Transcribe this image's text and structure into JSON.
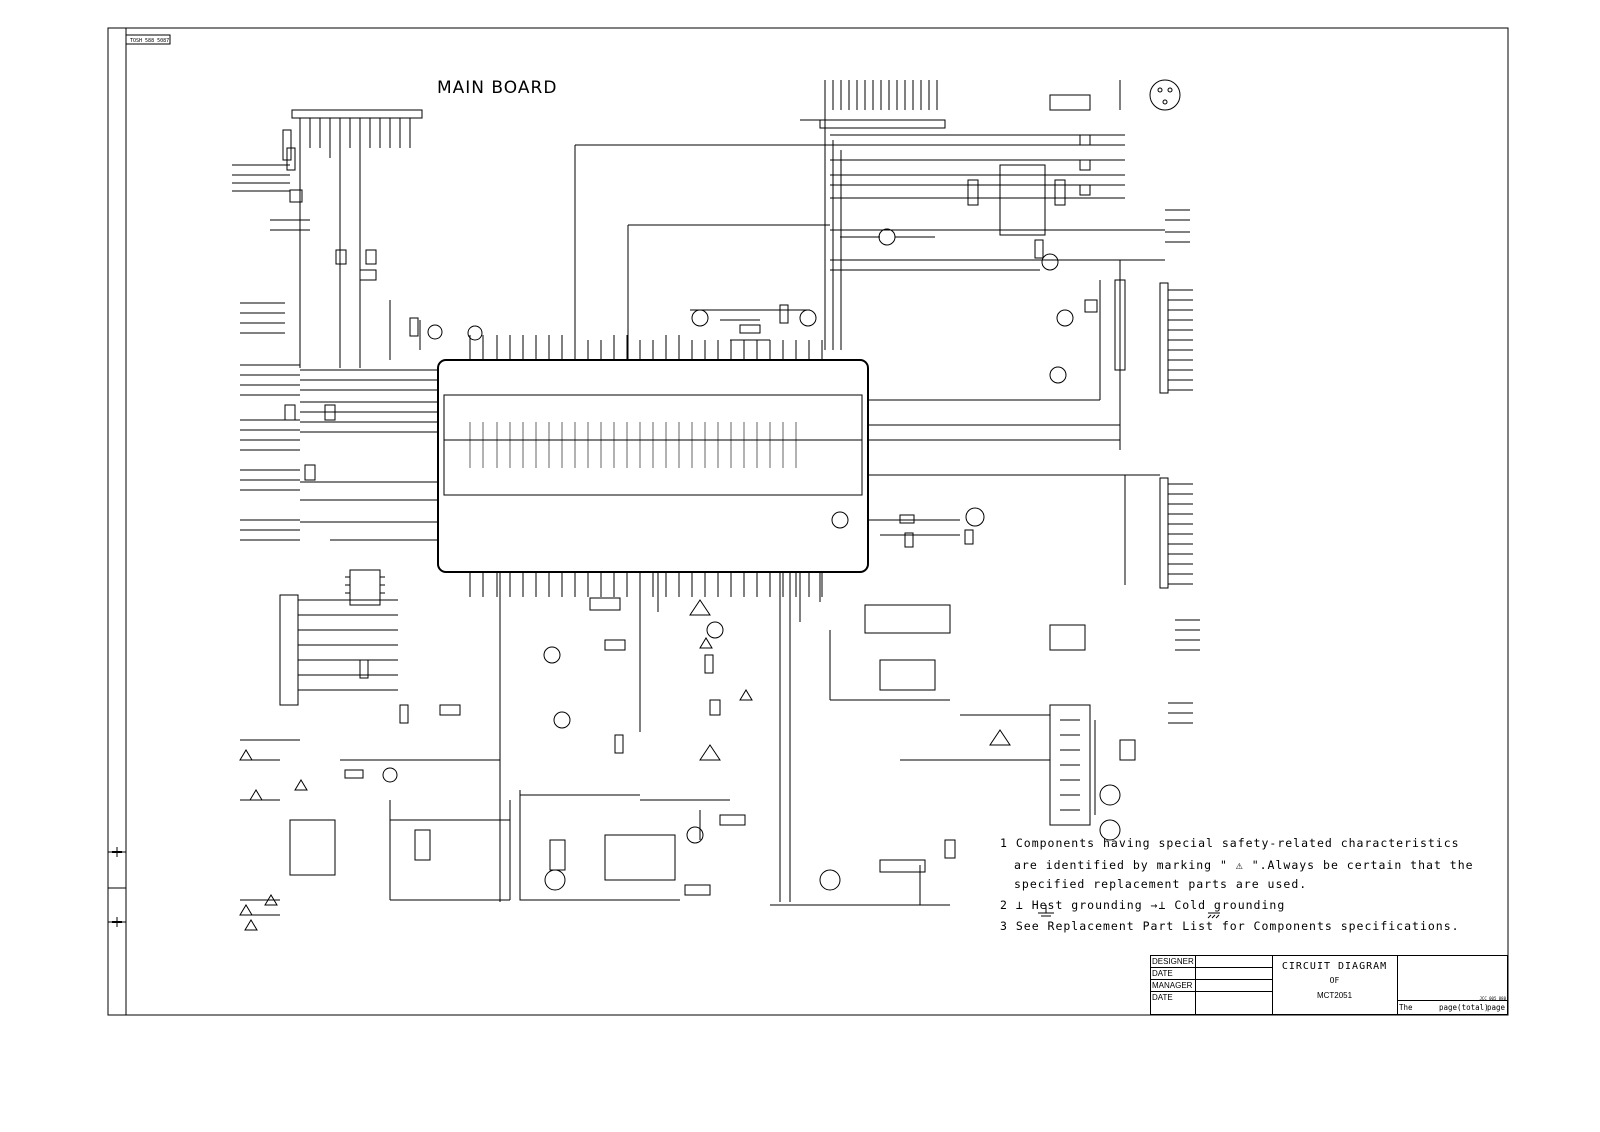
{
  "sheet": {
    "tag": "TOSH 588 5087",
    "title": "MAIN BOARD"
  },
  "notes": [
    "1 Components having special safety-related characteristics",
    "are identified by marking \" ⚠ \".Always be certain that the",
    "specified replacement parts are used.",
    "2 ⊥ Hest grounding      →⊥ Cold grounding",
    "3 See Replacement Part List for Components specifications."
  ],
  "title_block": {
    "labels": [
      "DESIGNER",
      "DATE",
      "MANAGER",
      "DATE"
    ],
    "title_line1": "CIRCUIT DIAGRAM",
    "title_line2": "OF",
    "model": "MCT2051",
    "code": "JCC 005 880",
    "page_the": "The",
    "page_of": "page(total)",
    "page_label": "page"
  },
  "colors": {
    "ink": "#000000",
    "paper": "#ffffff"
  }
}
